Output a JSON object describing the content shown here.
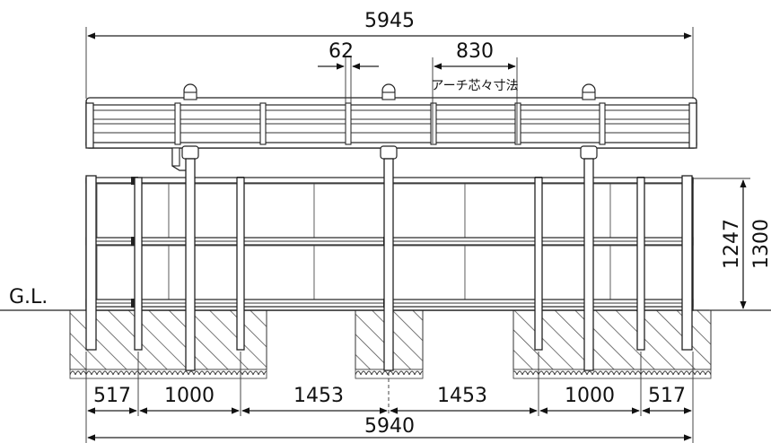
{
  "labels": {
    "overall_top": "5945",
    "gap_62": "62",
    "arch_830": "830",
    "arch_note": "アーチ芯々寸法",
    "height_1247": "1247",
    "height_1300": "1300",
    "ground": "G.L.",
    "bottom_517_left": "517",
    "bottom_1000_left": "1000",
    "bottom_1453_left": "1453",
    "bottom_1453_right": "1453",
    "bottom_1000_right": "1000",
    "bottom_517_right": "517",
    "overall_bottom": "5940"
  }
}
